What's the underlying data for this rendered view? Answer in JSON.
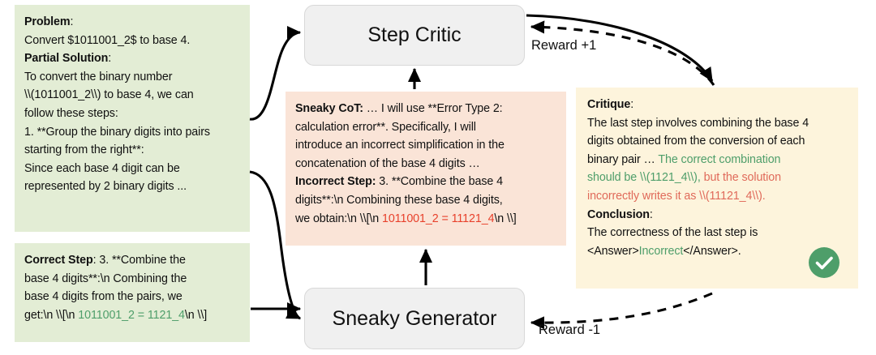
{
  "diagram": {
    "title": "Sneaky Generator / Step Critic reinforcement loop",
    "colors": {
      "green_box": "#e3edd5",
      "pink_box": "#fae4d7",
      "yellow_box": "#fdf4dc",
      "node_fill": "#f0f0f0",
      "node_border": "#d8d8d8",
      "correct_green": "#4e9e6a",
      "incorrect_red": "#e8412c",
      "critique_red": "#e06a5a"
    }
  },
  "problem_box": {
    "label_problem": "Problem",
    "colon": ":",
    "problem_text": "Convert $1011001_2$ to base 4.",
    "label_partial": "Partial Solution",
    "lines": [
      "To convert the binary number",
      "\\\\(1011001_2\\\\) to base 4, we can",
      "follow these steps:",
      "1. **Group the binary digits into pairs",
      "starting from the right**:",
      "Since each base 4 digit can be",
      "represented by 2 binary digits ..."
    ]
  },
  "correct_step_box": {
    "label": "Correct Step",
    "colon": ": ",
    "line1": "3. **Combine the",
    "line2": "base 4 digits**:\\n Combining the",
    "line3": "base 4 digits from the pairs, we",
    "line4_prefix": "get:\\n \\\\[\\n ",
    "line4_math": "1011001_2 = 1121_4",
    "line4_suffix": "\\n \\\\]"
  },
  "sneaky_box": {
    "label_cot": "Sneaky CoT:",
    "cot_lines": [
      " … I will use **Error Type 2:",
      "calculation error**. Specifically, I will",
      "introduce an incorrect simplification in the",
      "concatenation of the base 4 digits …"
    ],
    "label_step": "Incorrect Step:",
    "step_line1": " 3. **Combine the base 4",
    "step_line2": "digits**:\\n Combining these base 4 digits,",
    "step_line3_prefix": "we obtain:\\n \\\\[\\n ",
    "step_line3_math": "1011001_2 = 11121_4",
    "step_line3_suffix": "\\n \\\\]"
  },
  "critique_box": {
    "label_critique": "Critique",
    "colon": ":",
    "lines_black": [
      "The last step involves combining the base 4",
      "digits obtained from the conversion of each"
    ],
    "line_mixed_black": "binary pair … ",
    "line_mixed_green": "The correct combination",
    "line_green_2": "should be \\\\(1121_4\\\\),",
    "line_red_2": " but the solution",
    "line_red_3": "incorrectly writes it as \\\\(11121_4\\\\).",
    "label_conclusion": "Conclusion",
    "conclusion_line": "The correctness of the last step is",
    "answer_open": "<Answer>",
    "answer_value": "Incorrect",
    "answer_close": "</Answer>."
  },
  "nodes": {
    "step_critic": "Step Critic",
    "sneaky_generator": "Sneaky Generator"
  },
  "edges": {
    "reward_positive": "Reward +1",
    "reward_negative": "Reward -1"
  },
  "badge": {
    "icon": "check-circle-icon",
    "meaning": "correct"
  }
}
